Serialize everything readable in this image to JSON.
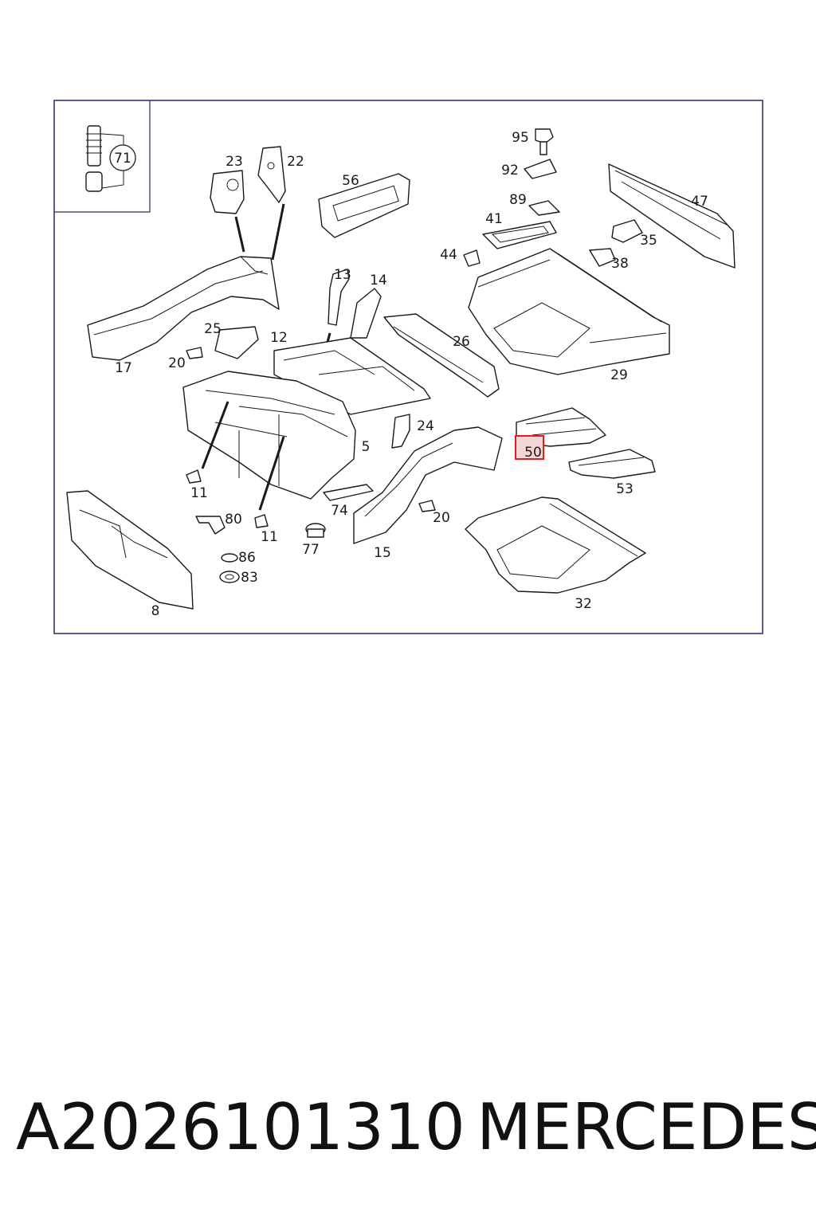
{
  "diagram": {
    "callouts": [
      "71",
      "23",
      "22",
      "56",
      "95",
      "92",
      "89",
      "41",
      "47",
      "35",
      "44",
      "38",
      "13",
      "14",
      "25",
      "12",
      "26",
      "17",
      "20",
      "29",
      "24",
      "5",
      "50",
      "53",
      "11",
      "80",
      "74",
      "20",
      "15",
      "11",
      "77",
      "86",
      "83",
      "8",
      "32"
    ],
    "highlight_label": "50",
    "highlight_color": "#e02020",
    "line_color": "#1a1a1a",
    "frame_color": "#2a2a6a"
  },
  "footer": {
    "part_number": "A2026101310",
    "brand": "MERCEDES"
  }
}
